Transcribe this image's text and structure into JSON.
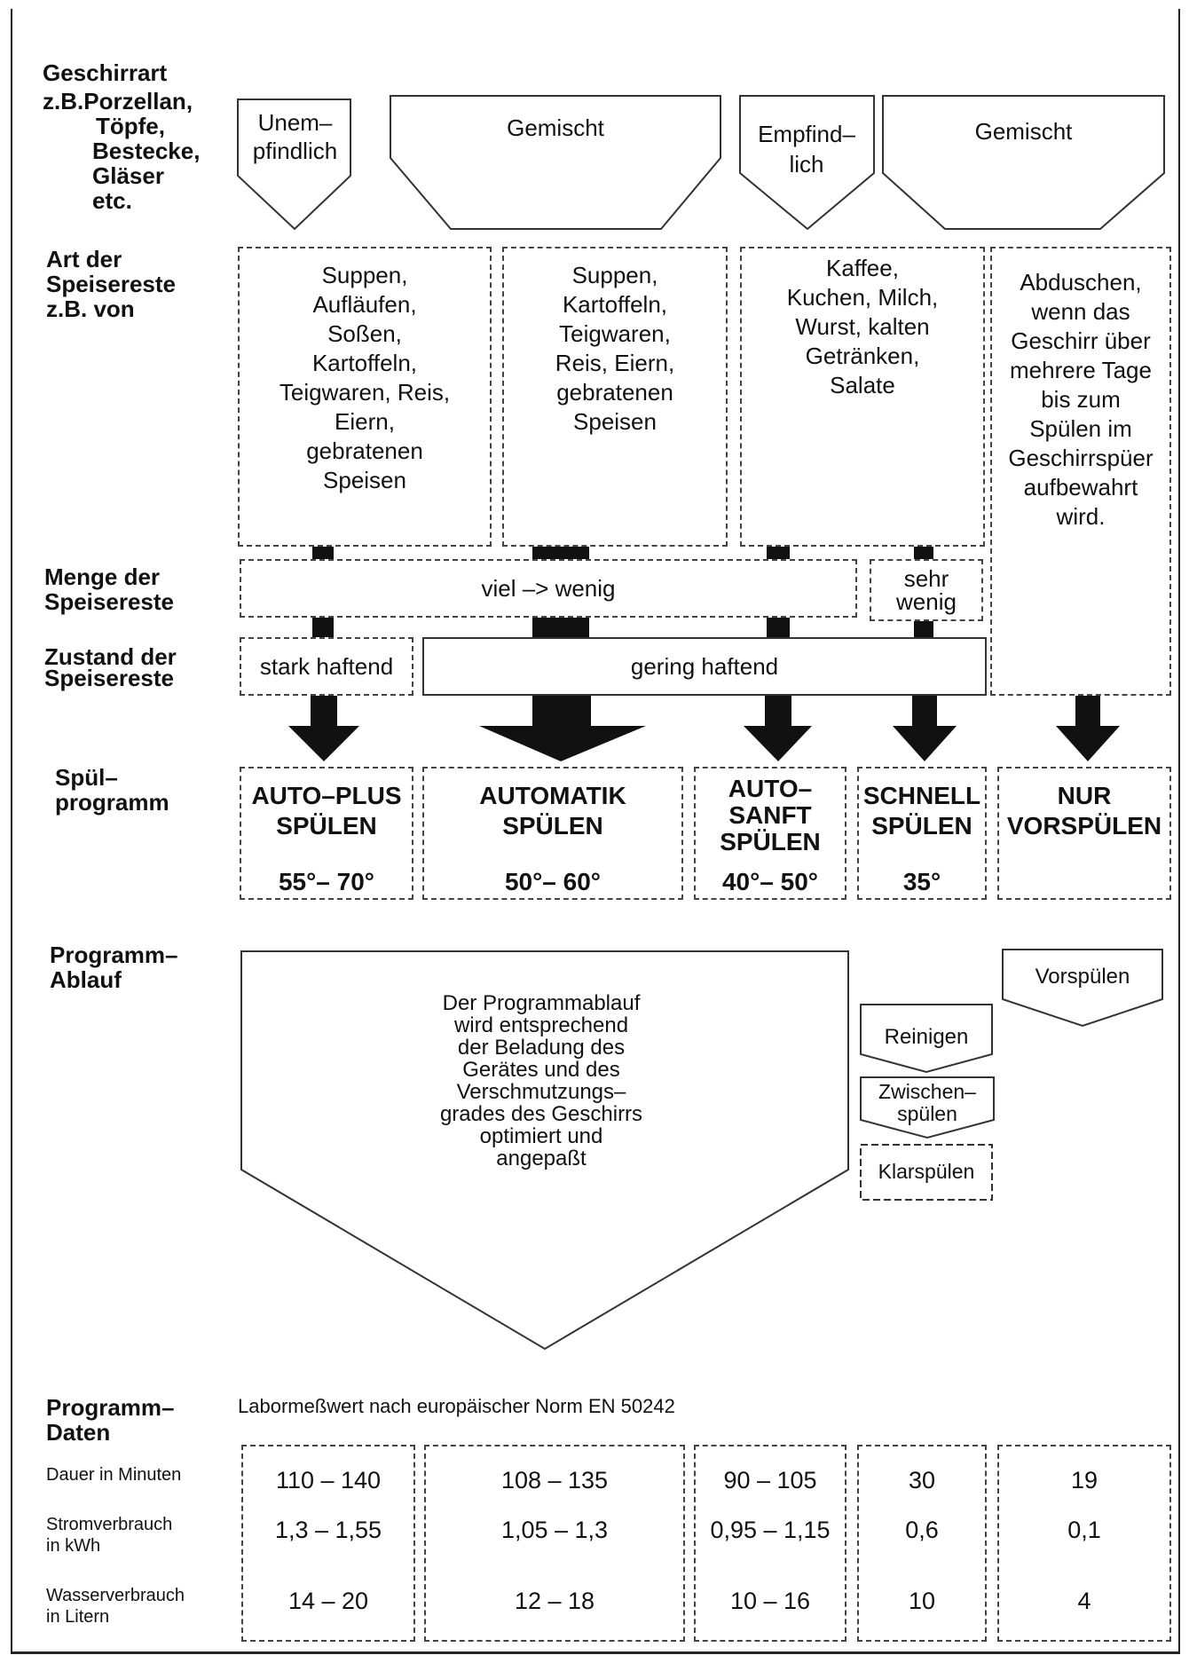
{
  "rows": {
    "geschirrart": [
      "Geschirrart",
      "z.B.Porzellan,",
      "Töpfe,",
      "Bestecke,",
      "Gläser",
      "etc."
    ],
    "speisereste": [
      "Art der",
      "Speisereste",
      "z.B. von"
    ],
    "menge": [
      "Menge der",
      "Speisereste"
    ],
    "zustand": [
      "Zustand der",
      "Speisereste"
    ],
    "spuel": [
      "Spül–",
      "programm"
    ],
    "ablauf": [
      "Programm–",
      "Ablauf"
    ],
    "daten": [
      "Programm–",
      "Daten"
    ]
  },
  "geschirr_types": [
    [
      "Unem–",
      "pfindlich"
    ],
    [
      "Gemischt"
    ],
    [
      "Empfind–",
      "lich"
    ],
    [
      "Gemischt"
    ]
  ],
  "food_boxes": [
    [
      "Suppen,",
      "Aufläufen,",
      "Soßen,",
      "Kartoffeln,",
      "Teigwaren, Reis,",
      "Eiern,",
      "gebratenen",
      "Speisen"
    ],
    [
      "Suppen,",
      "Kartoffeln,",
      "Teigwaren,",
      "Reis, Eiern,",
      "gebratenen",
      "Speisen"
    ],
    [
      "Kaffee,",
      "Kuchen, Milch,",
      "Wurst, kalten",
      "Getränken,",
      "Salate"
    ],
    [
      "Abduschen,",
      "wenn das",
      "Geschirr über",
      "mehrere Tage",
      "bis zum",
      "Spülen im",
      "Geschirrspüer",
      "aufbewahrt",
      "wird."
    ]
  ],
  "menge": {
    "viel_wenig": "viel –> wenig",
    "sehr_wenig": [
      "sehr",
      "wenig"
    ]
  },
  "zustand": {
    "stark": "stark haftend",
    "gering": "gering haftend"
  },
  "programs": [
    {
      "name": [
        "AUTO–PLUS",
        "SPÜLEN"
      ],
      "temp": "55°– 70°"
    },
    {
      "name": [
        "AUTOMATIK",
        "SPÜLEN"
      ],
      "temp": "50°– 60°"
    },
    {
      "name": [
        "AUTO–",
        "SANFT",
        "SPÜLEN"
      ],
      "temp": "40°– 50°"
    },
    {
      "name": [
        "SCHNELL",
        "SPÜLEN"
      ],
      "temp": "35°"
    },
    {
      "name": [
        "NUR",
        "VORSPÜLEN"
      ],
      "temp": ""
    }
  ],
  "ablauf": {
    "main_text": [
      "Der Programmablauf",
      "wird entsprechend",
      "der Beladung des",
      "Gerätes und des",
      "Verschmutzungs–",
      "grades des Geschirrs",
      "optimiert und",
      "angepaßt"
    ],
    "vorspuelen": "Vorspülen",
    "reinigen": "Reinigen",
    "zwischen": [
      "Zwischen–",
      "spülen"
    ],
    "klar": "Klarspülen"
  },
  "daten": {
    "norm_text": "Labormeßwert nach europäischer Norm EN 50242",
    "row_labels": [
      [
        "Dauer in Minuten"
      ],
      [
        "Stromverbrauch",
        "in kWh"
      ],
      [
        "Wasserverbrauch",
        "in Litern"
      ]
    ],
    "values": [
      [
        "110 – 140",
        "108 – 135",
        "90 – 105",
        "30",
        "19"
      ],
      [
        "1,3 – 1,55",
        "1,05 – 1,3",
        "0,95 – 1,15",
        "0,6",
        "0,1"
      ],
      [
        "14 – 20",
        "12 – 18",
        "10 – 16",
        "10",
        "4"
      ]
    ]
  }
}
